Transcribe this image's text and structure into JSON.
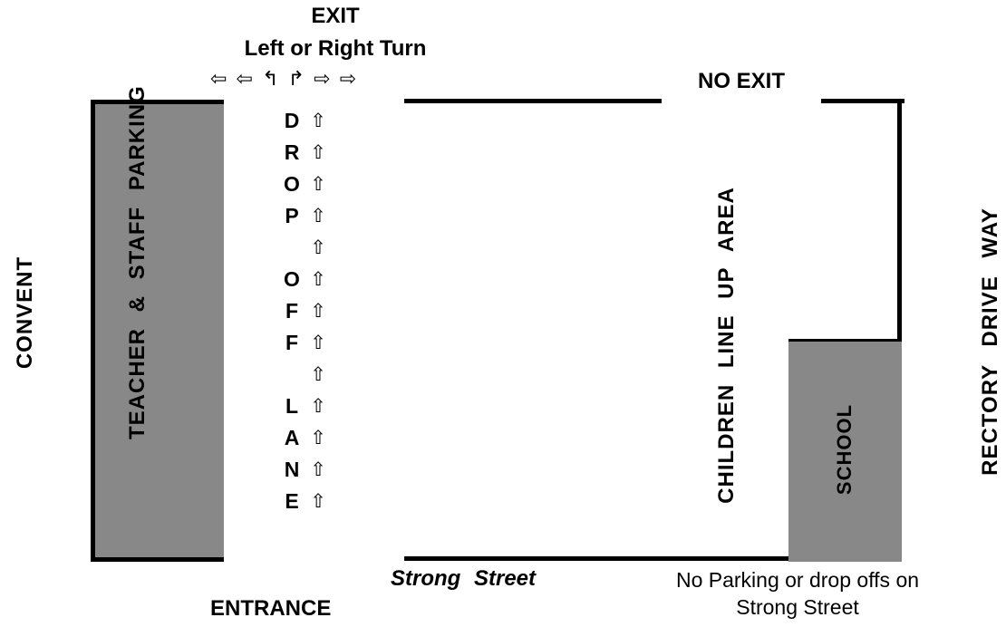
{
  "exit": {
    "title": "EXIT",
    "subtitle": "Left or Right Turn",
    "arrows": "⇦ ⇦ ↰  ↱ ⇨ ⇨"
  },
  "no_exit": "NO EXIT",
  "convent": "CONVENT",
  "parking": "TEACHER & STAFF PARKING",
  "lane_letters": [
    "D",
    "R",
    "O",
    "P",
    "",
    "O",
    "F",
    "F",
    "",
    "L",
    "A",
    "N",
    "E"
  ],
  "lane_arrow": "⇧",
  "line_up_area": "CHILDREN LINE UP AREA",
  "school": "SCHOOL",
  "rectory": "RECTORY DRIVE WAY",
  "street": "Strong Street",
  "no_parking_line1": "No Parking or drop offs on",
  "no_parking_line2": "Strong Street",
  "entrance": "ENTRANCE"
}
